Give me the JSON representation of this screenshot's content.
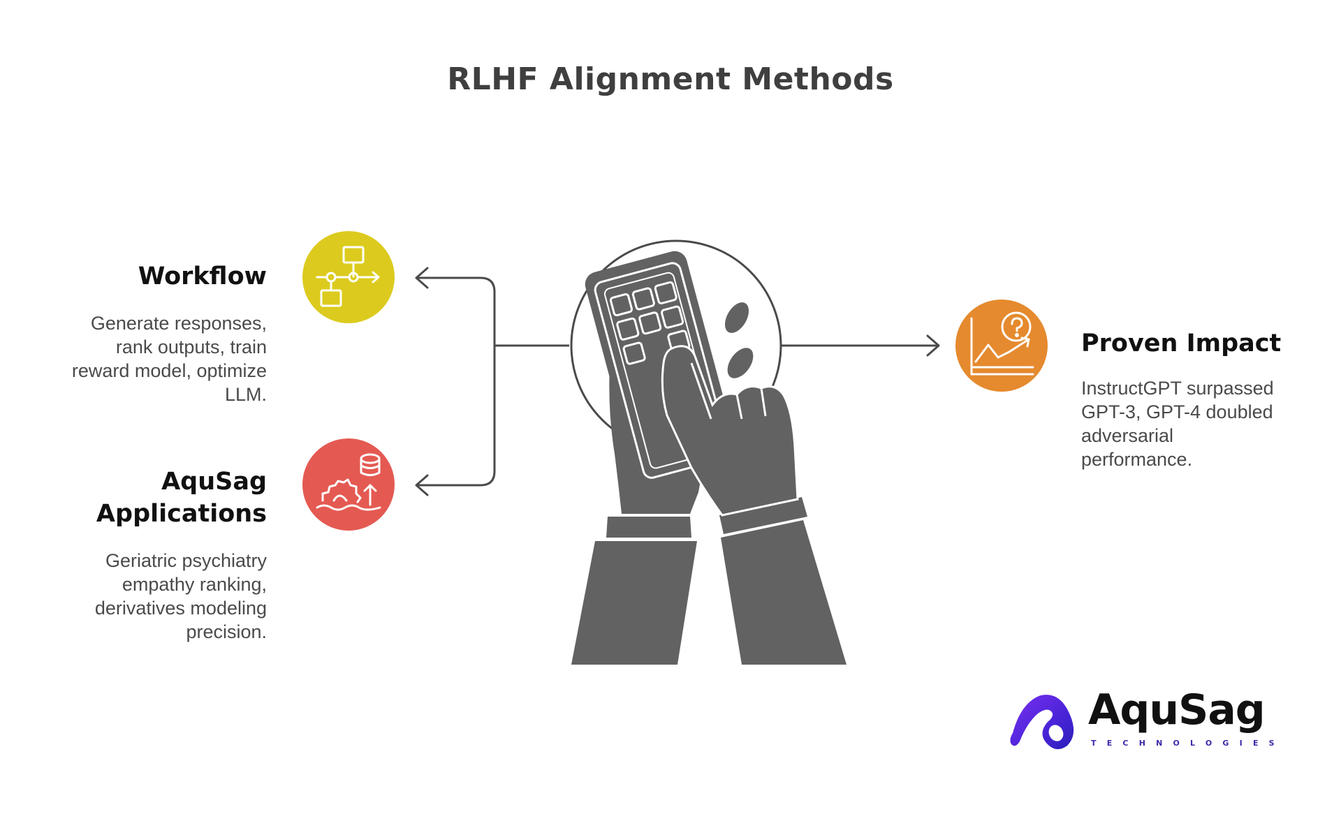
{
  "title": "RLHF Alignment Methods",
  "sections": {
    "workflow": {
      "heading": "Workflow",
      "description_lines": [
        "Generate responses,",
        "rank outputs, train",
        "reward model, optimize",
        "LLM."
      ],
      "color": "#dccb1e",
      "icon": "flowchart-icon"
    },
    "applications": {
      "heading_lines": [
        "AquSag",
        "Applications"
      ],
      "description_lines": [
        "Geriatric psychiatry",
        "empathy ranking,",
        "derivatives modeling",
        "precision."
      ],
      "color": "#e45a52",
      "icon": "database-gear-growth-icon"
    },
    "impact": {
      "heading": "Proven Impact",
      "description_lines": [
        "InstructGPT surpassed",
        "GPT-3, GPT-4 doubled",
        "adversarial",
        "performance."
      ],
      "color": "#e58a2e",
      "icon": "chart-question-icon"
    }
  },
  "center_icon": "hands-keypad-icon",
  "brand": {
    "name": "AquSag",
    "tagline": "TECHNOLOGIES",
    "accent": "#5a2be0"
  },
  "colors": {
    "illustration": "#626262",
    "connector": "#4a4a4a"
  }
}
